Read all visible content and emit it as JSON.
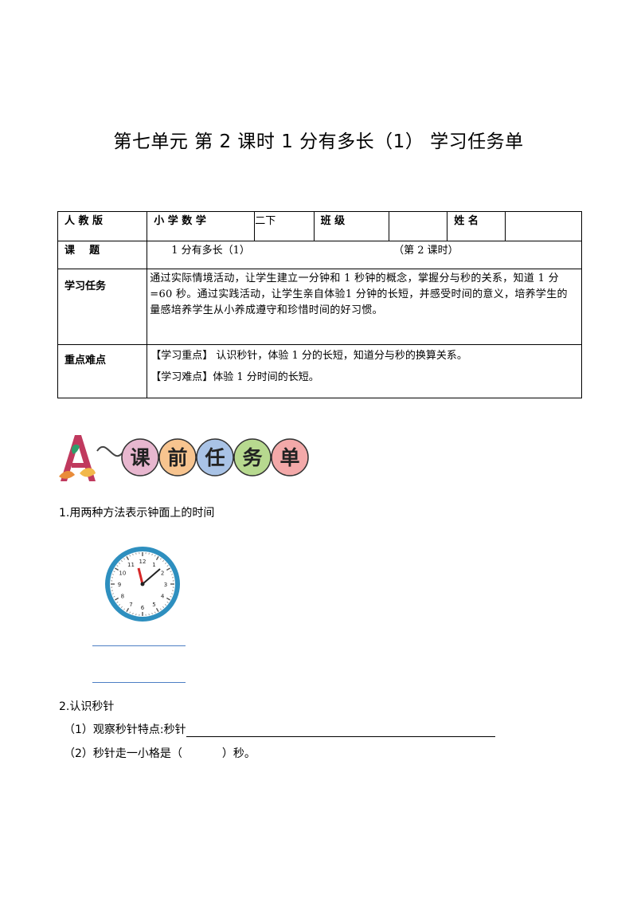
{
  "title": "第七单元  第 2 课时  1 分有多长（1）  学习任务单",
  "table": {
    "edition_label": "人 教 版",
    "subject": "小 学 数 学",
    "grade": "二下",
    "class_label": "班 级",
    "class_value": "",
    "name_label": "姓 名",
    "name_value": "",
    "topic_label": "课    题",
    "topic_course": "1 分有多长（1）",
    "topic_period": "（第 2 课时）",
    "task_label": "学习任务",
    "task_text": "通过实际情境活动，让学生建立一分钟和 1 秒钟的概念，掌握分与秒的关系，知道 1 分=60 秒。通过实践活动，让学生亲自体验1 分钟的长短，并感受时间的意义，培养学生的量感培养学生从小养成遵守和珍惜时间的好习惯。",
    "key_label": "重点难点",
    "key_point": "【学习重点】 认识秒针，体验 1 分的长短，知道分与秒的换算关系。",
    "difficult_point": "【学习难点】体验 1 分时间的长短。"
  },
  "banner": {
    "letter": "A",
    "chars": [
      "课",
      "前",
      "任",
      "务",
      "单"
    ],
    "colors": [
      "#e8b7cf",
      "#f7c48f",
      "#a9c3e6",
      "#b7d98f",
      "#f3a9a9"
    ]
  },
  "clock": {
    "numbers": [
      "12",
      "1",
      "2",
      "3",
      "4",
      "5",
      "6",
      "7",
      "8",
      "9",
      "10",
      "11"
    ],
    "rim_color": "#2e8fbf",
    "hand_color": "#d62828"
  },
  "q1": "1.用两种方法表示钟面上的时间",
  "q2": "2.认识秒针",
  "q2_1": "（1）观察秒针特点:秒针",
  "q2_2_prefix": "（2）秒针走一小格是（",
  "q2_2_suffix": "）秒。"
}
